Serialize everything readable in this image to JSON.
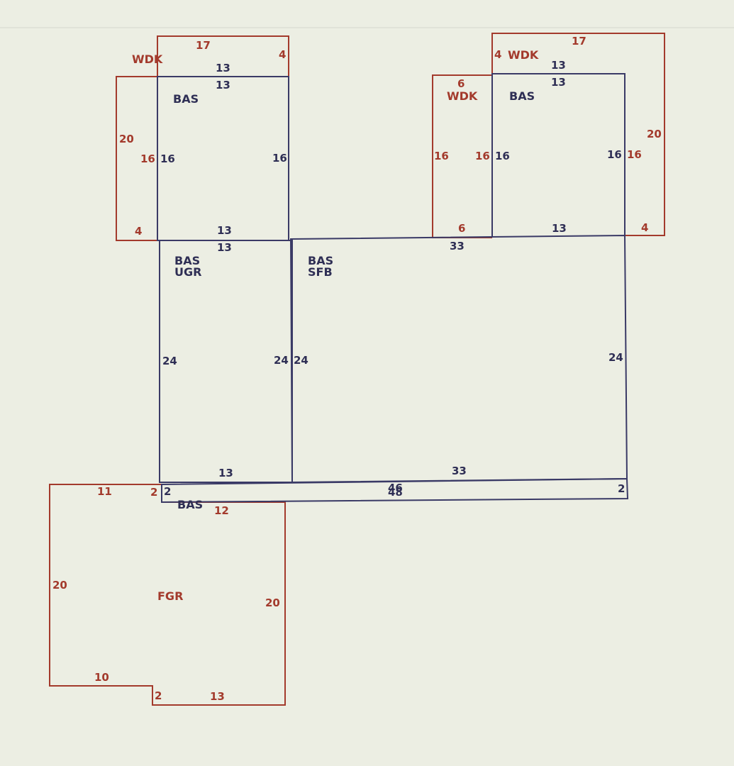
{
  "colors": {
    "background": "#eceee3",
    "wdk_fgr_lines": "#a33a2c",
    "bas_lines": "#3a3a66"
  },
  "areas": {
    "wdk_left": {
      "code": "WDK",
      "dims": [
        "17",
        "4",
        "20",
        "16",
        "4",
        "13"
      ]
    },
    "bas_upper_left": {
      "code": "BAS",
      "dims": [
        "13",
        "16",
        "16",
        "13"
      ]
    },
    "wdk_right_outer": {
      "code": "WDK",
      "dims": [
        "17",
        "4",
        "13",
        "20",
        "16",
        "4"
      ]
    },
    "wdk_right_inner": {
      "code": "WDK",
      "dims": [
        "6",
        "16",
        "16",
        "6"
      ]
    },
    "bas_upper_right": {
      "code": "BAS",
      "dims": [
        "13",
        "16",
        "16",
        "13"
      ]
    },
    "bas_ugr": {
      "code1": "BAS",
      "code2": "UGR",
      "dims": [
        "13",
        "24",
        "24",
        "13"
      ]
    },
    "bas_sfb": {
      "code1": "BAS",
      "code2": "SFB",
      "dims": [
        "33",
        "24",
        "24",
        "33"
      ]
    },
    "bas_strip": {
      "code": "BAS",
      "dims": [
        "2",
        "46",
        "48",
        "2"
      ]
    },
    "fgr": {
      "code": "FGR",
      "dims": [
        "11",
        "2",
        "12",
        "20",
        "20",
        "10",
        "2",
        "13"
      ]
    }
  }
}
